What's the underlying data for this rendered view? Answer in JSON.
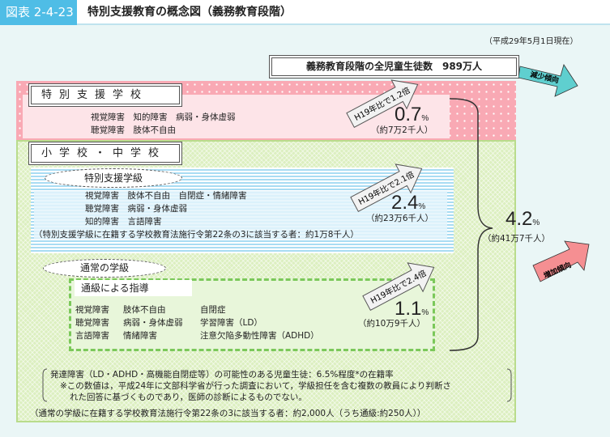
{
  "header": {
    "figure_no": "図表 2-4-23",
    "title": "特別支援教育の概念図（義務教育段階）"
  },
  "date": "（平成29年5月1日現在）",
  "total": "義務教育段階の全児童生徒数　989万人",
  "trend_down": "減少傾向",
  "trend_up": "増加傾向",
  "special_school": {
    "label": "特別支援学校",
    "lines": [
      "視覚障害　知的障害　病弱・身体虚弱",
      "聴覚障害　肢体不自由"
    ],
    "ratio": "H19年比で1.2倍",
    "percent": "0.7",
    "unit": "%",
    "count": "（約7万2千人）"
  },
  "elem_jr": {
    "label": "小学校・中学校"
  },
  "special_class": {
    "label": "特別支援学級",
    "lines": [
      "視覚障害　肢体不自由　自閉症・情緒障害",
      "聴覚障害　病弱・身体虚弱",
      "知的障害　言語障害"
    ],
    "note": "（特別支援学級に在籍する学校教育法施行令第22条の3に該当する者：約1万8千人）",
    "ratio": "H19年比で2.1倍",
    "percent": "2.4",
    "unit": "%",
    "count": "（約23万6千人）"
  },
  "total_special": {
    "percent": "4.2",
    "unit": "%",
    "count": "（約41万7千人）"
  },
  "regular_class": {
    "label": "通常の学級",
    "resource": "通級による指導",
    "col1": [
      "視覚障害",
      "聴覚障害",
      "言語障害"
    ],
    "col2": [
      "肢体不自由",
      "病弱・身体虚弱",
      "情緒障害"
    ],
    "col3": [
      "自閉症",
      "学習障害（LD）",
      "注意欠陥多動性障害（ADHD）"
    ],
    "ratio": "H19年比で2.4倍",
    "percent": "1.1",
    "unit": "%",
    "count": "（約10万9千人）"
  },
  "dev_note": [
    "発達障害（LD・ADHD・高機能自閉症等）の可能性のある児童生徒：6.5%程度*の在籍率",
    "※この数値は，平成24年に文部科学省が行った調査において，学級担任を含む複数の教員により判断さ",
    "れた回答に基づくものであり，医師の診断によるものでない。"
  ],
  "footer": "（通常の学級に在籍する学校教育法施行令第22条の3に該当する者：約2,000人（うち通級:約250人））",
  "colors": {
    "header": "#4fbde6",
    "pink": "#f9a9b4",
    "green": "#dcefc0",
    "blue": "#a9dcf3",
    "teal": "#5fcfcf",
    "up": "#f58f92"
  }
}
